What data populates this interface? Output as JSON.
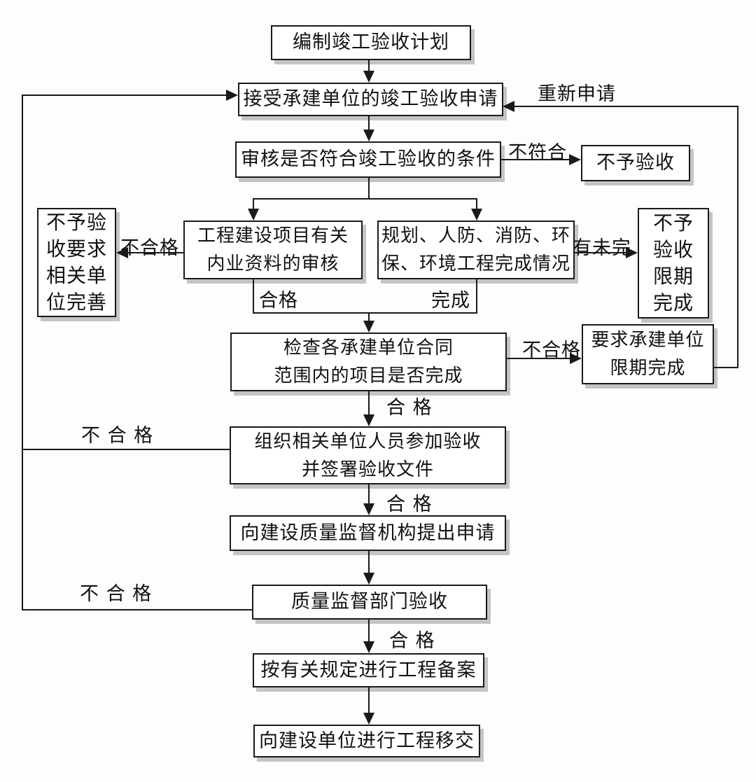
{
  "diagram": {
    "title": "竣工验收流程图",
    "colors": {
      "line": "#1a1a1a",
      "box_background": "#ffffff",
      "box_border": "#1a1a1a",
      "shadow": "#969696",
      "background": "#fdfdfd"
    },
    "nodes": {
      "plan": "编制竣工验收计划",
      "accept_application": "接受承建单位的竣工验收申请",
      "review_conditions": "审核是否符合竣工验收的条件",
      "no_acceptance": "不予验收",
      "internal_docs_review": "工程建设项目有关\n内业资料的审核",
      "external_completion": "规划、人防、消防、环\n保、环境工程完成情况",
      "no_acceptance_improve": "不予验\n收要求\n相关单\n位完善",
      "no_acceptance_deadline": "不予\n验收\n限期\n完成",
      "check_contract_scope": "检查各承建单位合同\n范围内的项目是否完成",
      "require_deadline": "要求承建单位\n限期完成",
      "organize_acceptance": "组织相关单位人员参加验收\n并签署验收文件",
      "apply_quality_supervision": "向建设质量监督机构提出申请",
      "quality_dept_acceptance": "质量监督部门验收",
      "project_filing": "按有关规定进行工程备案",
      "project_handover": "向建设单位进行工程移交"
    },
    "labels": {
      "reapply": "重新申请",
      "not_conforming": "不符合",
      "unqualified_docs": "不合格",
      "incomplete": "有未完",
      "qualified_docs": "合格",
      "completed": "完成",
      "unqualified_check": "不合格",
      "qualified_check": "合 格",
      "unqualified_organize": "不 合 格",
      "qualified_organize": "合 格",
      "unqualified_quality": "不 合 格",
      "qualified_quality": "合 格"
    }
  }
}
